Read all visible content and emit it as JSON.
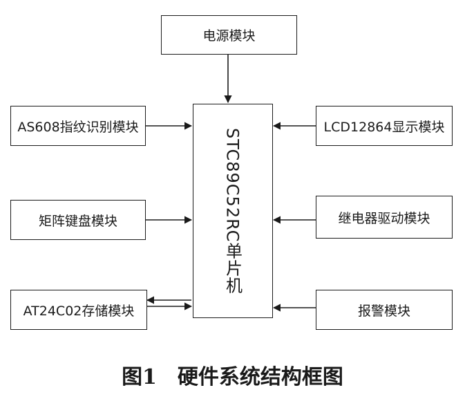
{
  "diagram": {
    "power": "电源模块",
    "fingerprint": "AS608指纹识别模块",
    "keypad": "矩阵键盘模块",
    "eeprom": "AT24C02存储模块",
    "mcu": "STC89C52RC单片机",
    "lcd": "LCD12864显示模块",
    "relay": "继电器驱动模块",
    "alarm": "报警模块"
  },
  "caption": "图1　硬件系统结构框图",
  "colors": {
    "line": "#1a1a1a",
    "background": "#ffffff"
  }
}
